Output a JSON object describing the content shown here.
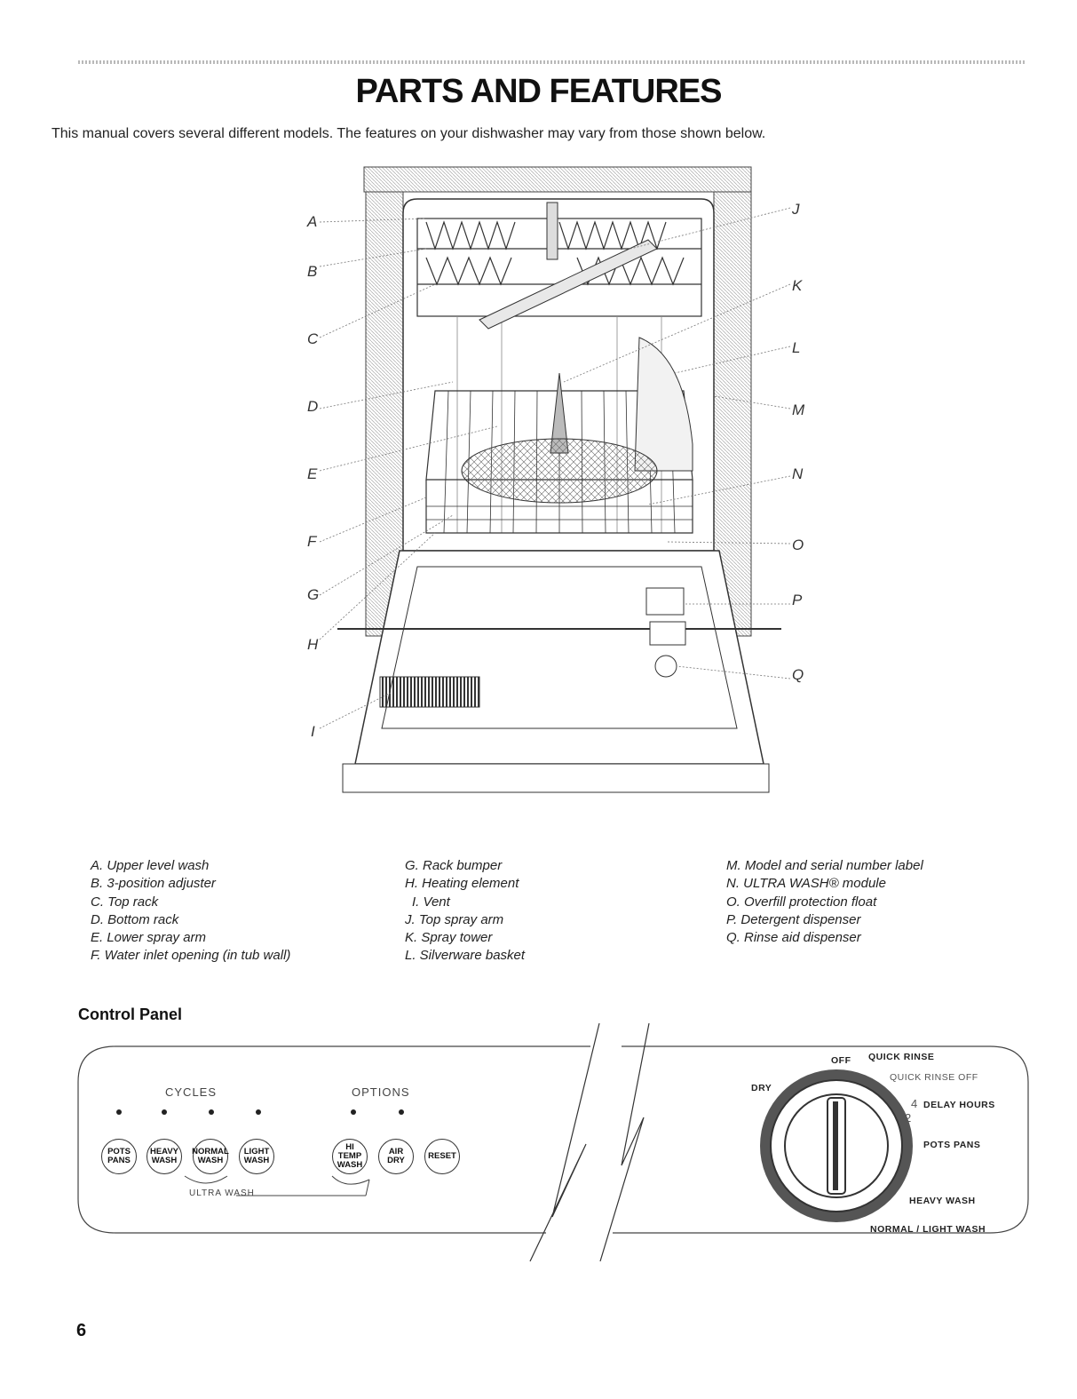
{
  "page": {
    "title": "PARTS AND FEATURES",
    "intro": "This manual covers several different models. The features on your dishwasher may vary from those shown below.",
    "page_number": "6"
  },
  "callouts": [
    "A",
    "B",
    "C",
    "D",
    "E",
    "F",
    "G",
    "H",
    "I",
    "J",
    "K",
    "L",
    "M",
    "N",
    "O",
    "P",
    "Q"
  ],
  "legend": {
    "col1": [
      "A. Upper level wash",
      "B. 3-position adjuster",
      "C. Top rack",
      "D. Bottom rack",
      "E. Lower spray arm",
      "F. Water inlet opening (in tub wall)"
    ],
    "col2": [
      "G. Rack bumper",
      "H. Heating element",
      "I. Vent",
      "J. Top spray arm",
      "K. Spray tower",
      "L. Silverware basket"
    ],
    "col3": [
      "M. Model and serial number label",
      "N. ULTRA WASH® module",
      "O. Overfill protection float",
      "P. Detergent dispenser",
      "Q. Rinse aid dispenser"
    ]
  },
  "control_panel": {
    "title": "Control Panel",
    "cycles_label": "CYCLES",
    "options_label": "OPTIONS",
    "ultra_wash_label": "ULTRA WASH",
    "buttons": {
      "pots_pans": [
        "POTS",
        "PANS"
      ],
      "heavy_wash": [
        "HEAVY",
        "WASH"
      ],
      "normal_wash": [
        "NORMAL",
        "WASH"
      ],
      "light_wash": [
        "LIGHT",
        "WASH"
      ],
      "hi_temp_wash": [
        "HI TEMP",
        "WASH"
      ],
      "air_dry": [
        "AIR",
        "DRY"
      ],
      "reset": [
        "RESET"
      ]
    },
    "dial": {
      "off": "OFF",
      "quick_rinse": "QUICK RINSE",
      "quick_rinse_off": "QUICK RINSE OFF",
      "dry": "DRY",
      "delay_4": "4",
      "delay_hours": "DELAY HOURS",
      "delay_2": "2",
      "pots_pans": "POTS PANS",
      "heavy_wash": "HEAVY WASH",
      "normal_light_wash": "NORMAL / LIGHT WASH"
    }
  }
}
